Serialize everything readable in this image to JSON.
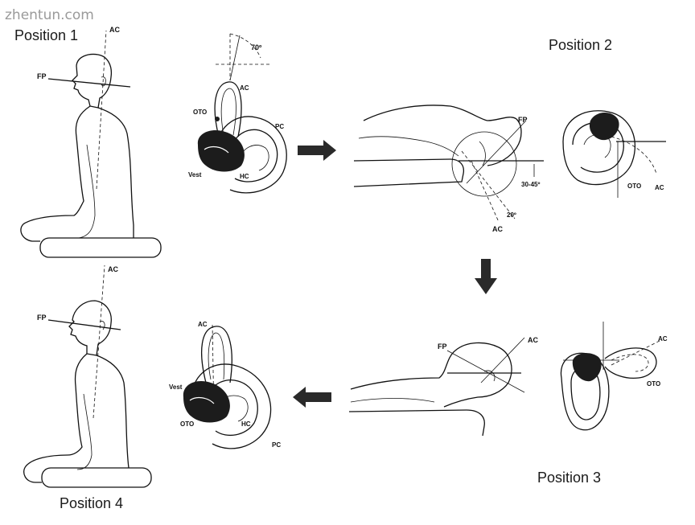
{
  "watermark": "zhentun.com",
  "positions": [
    {
      "label": "Position 1"
    },
    {
      "label": "Position 2"
    },
    {
      "label": "Position 3"
    },
    {
      "label": "Position 4"
    }
  ],
  "labels": {
    "fp": "FP",
    "ac": "AC",
    "pc": "PC",
    "hc": "HC",
    "oto": "OTO",
    "vest": "Vest",
    "angle_70": "70º",
    "angle_30_45": "30-45º",
    "angle_20": "20º"
  }
}
